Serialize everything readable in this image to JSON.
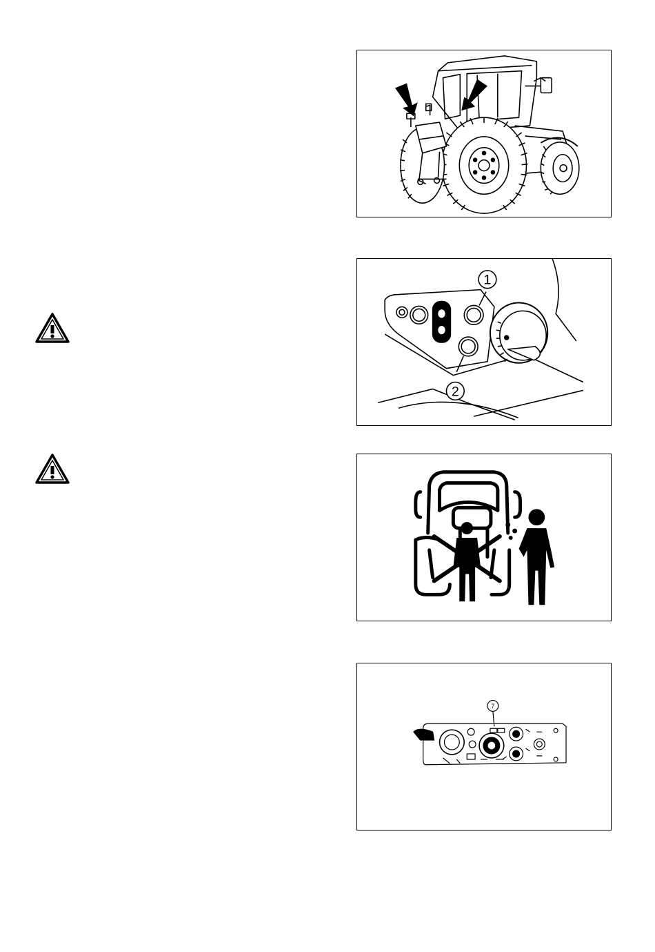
{
  "figures": {
    "tractor_rear_view": {
      "icon": "tractor-rear-arrows"
    },
    "seat_switch_panel": {
      "callouts": [
        "1",
        "2"
      ]
    },
    "no_passenger": {
      "icon": "no-passenger-pictogram"
    },
    "control_panel": {
      "callouts": [
        "7"
      ]
    }
  },
  "warnings": [
    {
      "icon": "warning-triangle-icon"
    },
    {
      "icon": "warning-triangle-icon"
    }
  ]
}
